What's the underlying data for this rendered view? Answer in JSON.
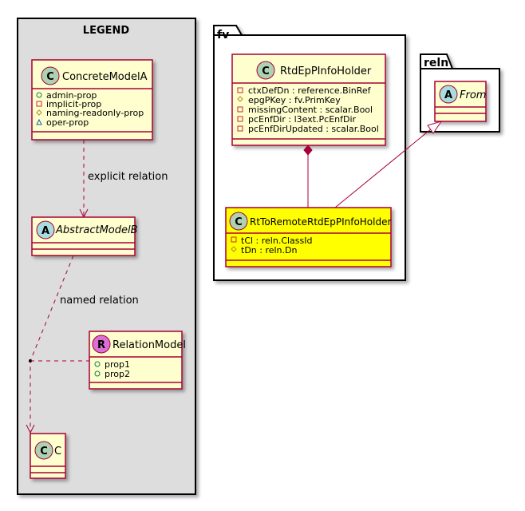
{
  "legend": {
    "title": "LEGEND",
    "concrete_model_a": {
      "stereotype": "C",
      "name": "ConcreteModelA",
      "members": [
        {
          "visibility": "public",
          "text": "admin-prop"
        },
        {
          "visibility": "private",
          "text": "implicit-prop"
        },
        {
          "visibility": "protected",
          "text": "naming-readonly-prop"
        },
        {
          "visibility": "package",
          "text": "oper-prop"
        }
      ]
    },
    "explicit_relation_label": "explicit relation",
    "abstract_model_b": {
      "stereotype": "A",
      "name": "AbstractModelB"
    },
    "named_relation_label": "named relation",
    "relation_model": {
      "stereotype": "R",
      "name": "RelationModel",
      "members": [
        {
          "visibility": "public",
          "text": "prop1"
        },
        {
          "visibility": "public",
          "text": "prop2"
        }
      ]
    },
    "class_c": {
      "stereotype": "C",
      "name": "C"
    }
  },
  "fv": {
    "package_name": "fv",
    "rtd_ep_p_info_holder": {
      "stereotype": "C",
      "name": "RtdEpPInfoHolder",
      "members": [
        {
          "visibility": "private",
          "text": "ctxDefDn : reference.BinRef"
        },
        {
          "visibility": "protected",
          "text": "epgPKey : fv.PrimKey"
        },
        {
          "visibility": "private",
          "text": "missingContent : scalar.Bool"
        },
        {
          "visibility": "private",
          "text": "pcEnfDir : l3ext.PcEnfDir"
        },
        {
          "visibility": "private",
          "text": "pcEnfDirUpdated : scalar.Bool"
        }
      ]
    },
    "rt_to_remote": {
      "stereotype": "C",
      "name": "RtToRemoteRtdEpPInfoHolder",
      "members": [
        {
          "visibility": "private",
          "text": "tCl : reln.ClassId"
        },
        {
          "visibility": "protected",
          "text": "tDn : reln.Dn"
        }
      ]
    }
  },
  "reln": {
    "package_name": "reln",
    "from": {
      "stereotype": "A",
      "name": "From"
    }
  },
  "colors": {
    "class_fill": "#fefece",
    "class_border": "#a80036",
    "highlight_fill": "#ffff00",
    "legend_bg": "#dddddd",
    "stereo_class": "#add1b2",
    "stereo_abstract": "#a9dcdf",
    "stereo_relation": "#da70d6"
  }
}
